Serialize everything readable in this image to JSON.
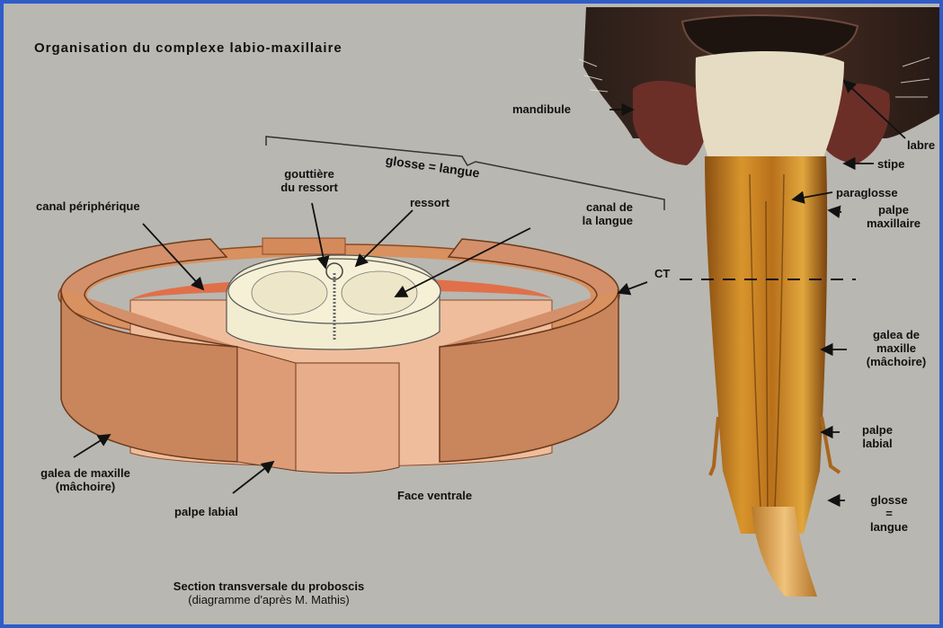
{
  "title": "Organisation du complexe labio-maxillaire",
  "diagram_labels": {
    "glosse_langue": "glosse = langue",
    "gouttiere_l1": "gouttière",
    "gouttiere_l2": "du ressort",
    "canal_peripherique": "canal périphérique",
    "ressort": "ressort",
    "canal_langue_l1": "canal de",
    "canal_langue_l2": "la langue",
    "galea_l1": "galea de maxille",
    "galea_l2": "(mâchoire)",
    "palpe_labial": "palpe labial",
    "face_ventrale": "Face ventrale"
  },
  "caption": {
    "line1": "Section transversale du proboscis",
    "line2": "(diagramme d'après M. Mathis)"
  },
  "photo_labels": {
    "mandibule": "mandibule",
    "labre": "labre",
    "stipe": "stipe",
    "paraglosse": "paraglosse",
    "palpe_maxillaire_l1": "palpe",
    "palpe_maxillaire_l2": "maxillaire",
    "ct": "CT",
    "galea_l1": "galea de",
    "galea_l2": "maxille",
    "galea_l3": "(mâchoire)",
    "palpe_labial_l1": "palpe",
    "palpe_labial_l2": "labial",
    "glosse_l1": "glosse",
    "glosse_l2": "=",
    "glosse_l3": "langue"
  },
  "colors": {
    "background": "#b9b7b1",
    "border": "#2f5cc8",
    "cylinder_outer": "#c9855c",
    "cylinder_inner": "#e8a886",
    "glossa_cross_section": "#f0e9c6",
    "proboscis_photo": "#c97e1f"
  }
}
